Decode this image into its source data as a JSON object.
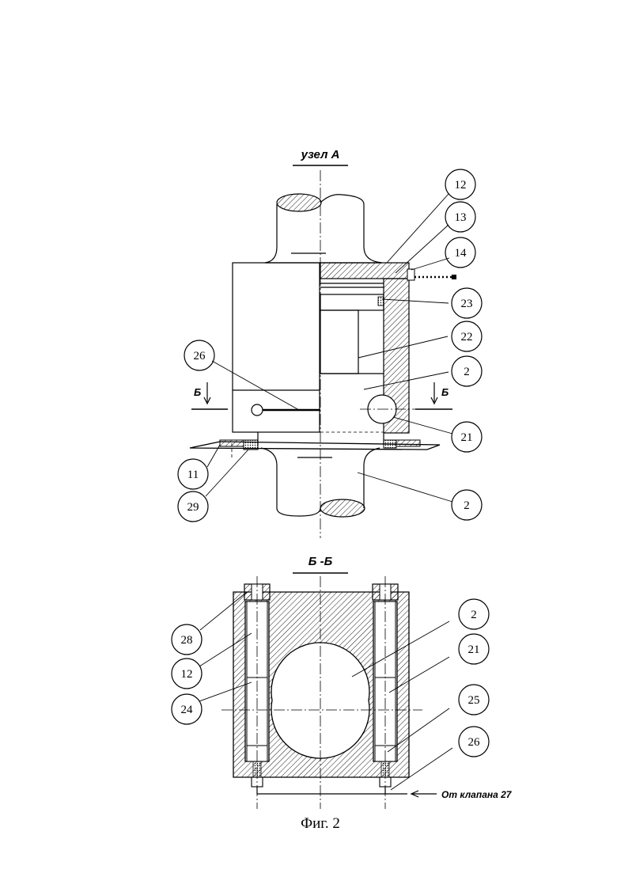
{
  "titles": {
    "node_a": "узел А",
    "section_b": "Б -Б",
    "section_mark_left": "Б",
    "section_mark_right": "Б",
    "figure_caption": "Фиг. 2"
  },
  "callouts_top": [
    "12",
    "13",
    "14",
    "23",
    "22",
    "2",
    "21",
    "26",
    "11",
    "29",
    "2"
  ],
  "callouts_bottom": [
    "28",
    "12",
    "24",
    "2",
    "21",
    "25",
    "26"
  ],
  "valve_label": "От  клапана 27"
}
